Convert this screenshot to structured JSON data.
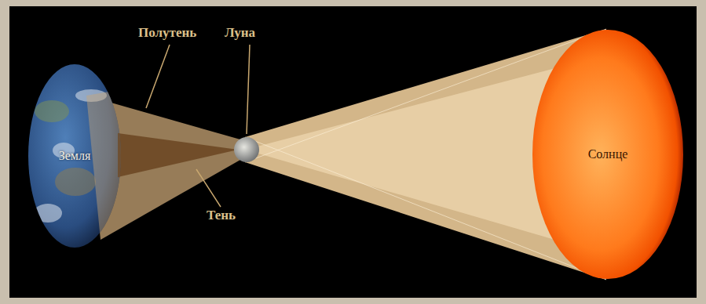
{
  "diagram": {
    "nodes": [
      {
        "text": [
          "Земля"
        ]
      },
      {
        "text": [
          "Солнце"
        ]
      }
    ],
    "labels": [
      "Полутень",
      "Луна",
      "Тень"
    ]
  }
}
